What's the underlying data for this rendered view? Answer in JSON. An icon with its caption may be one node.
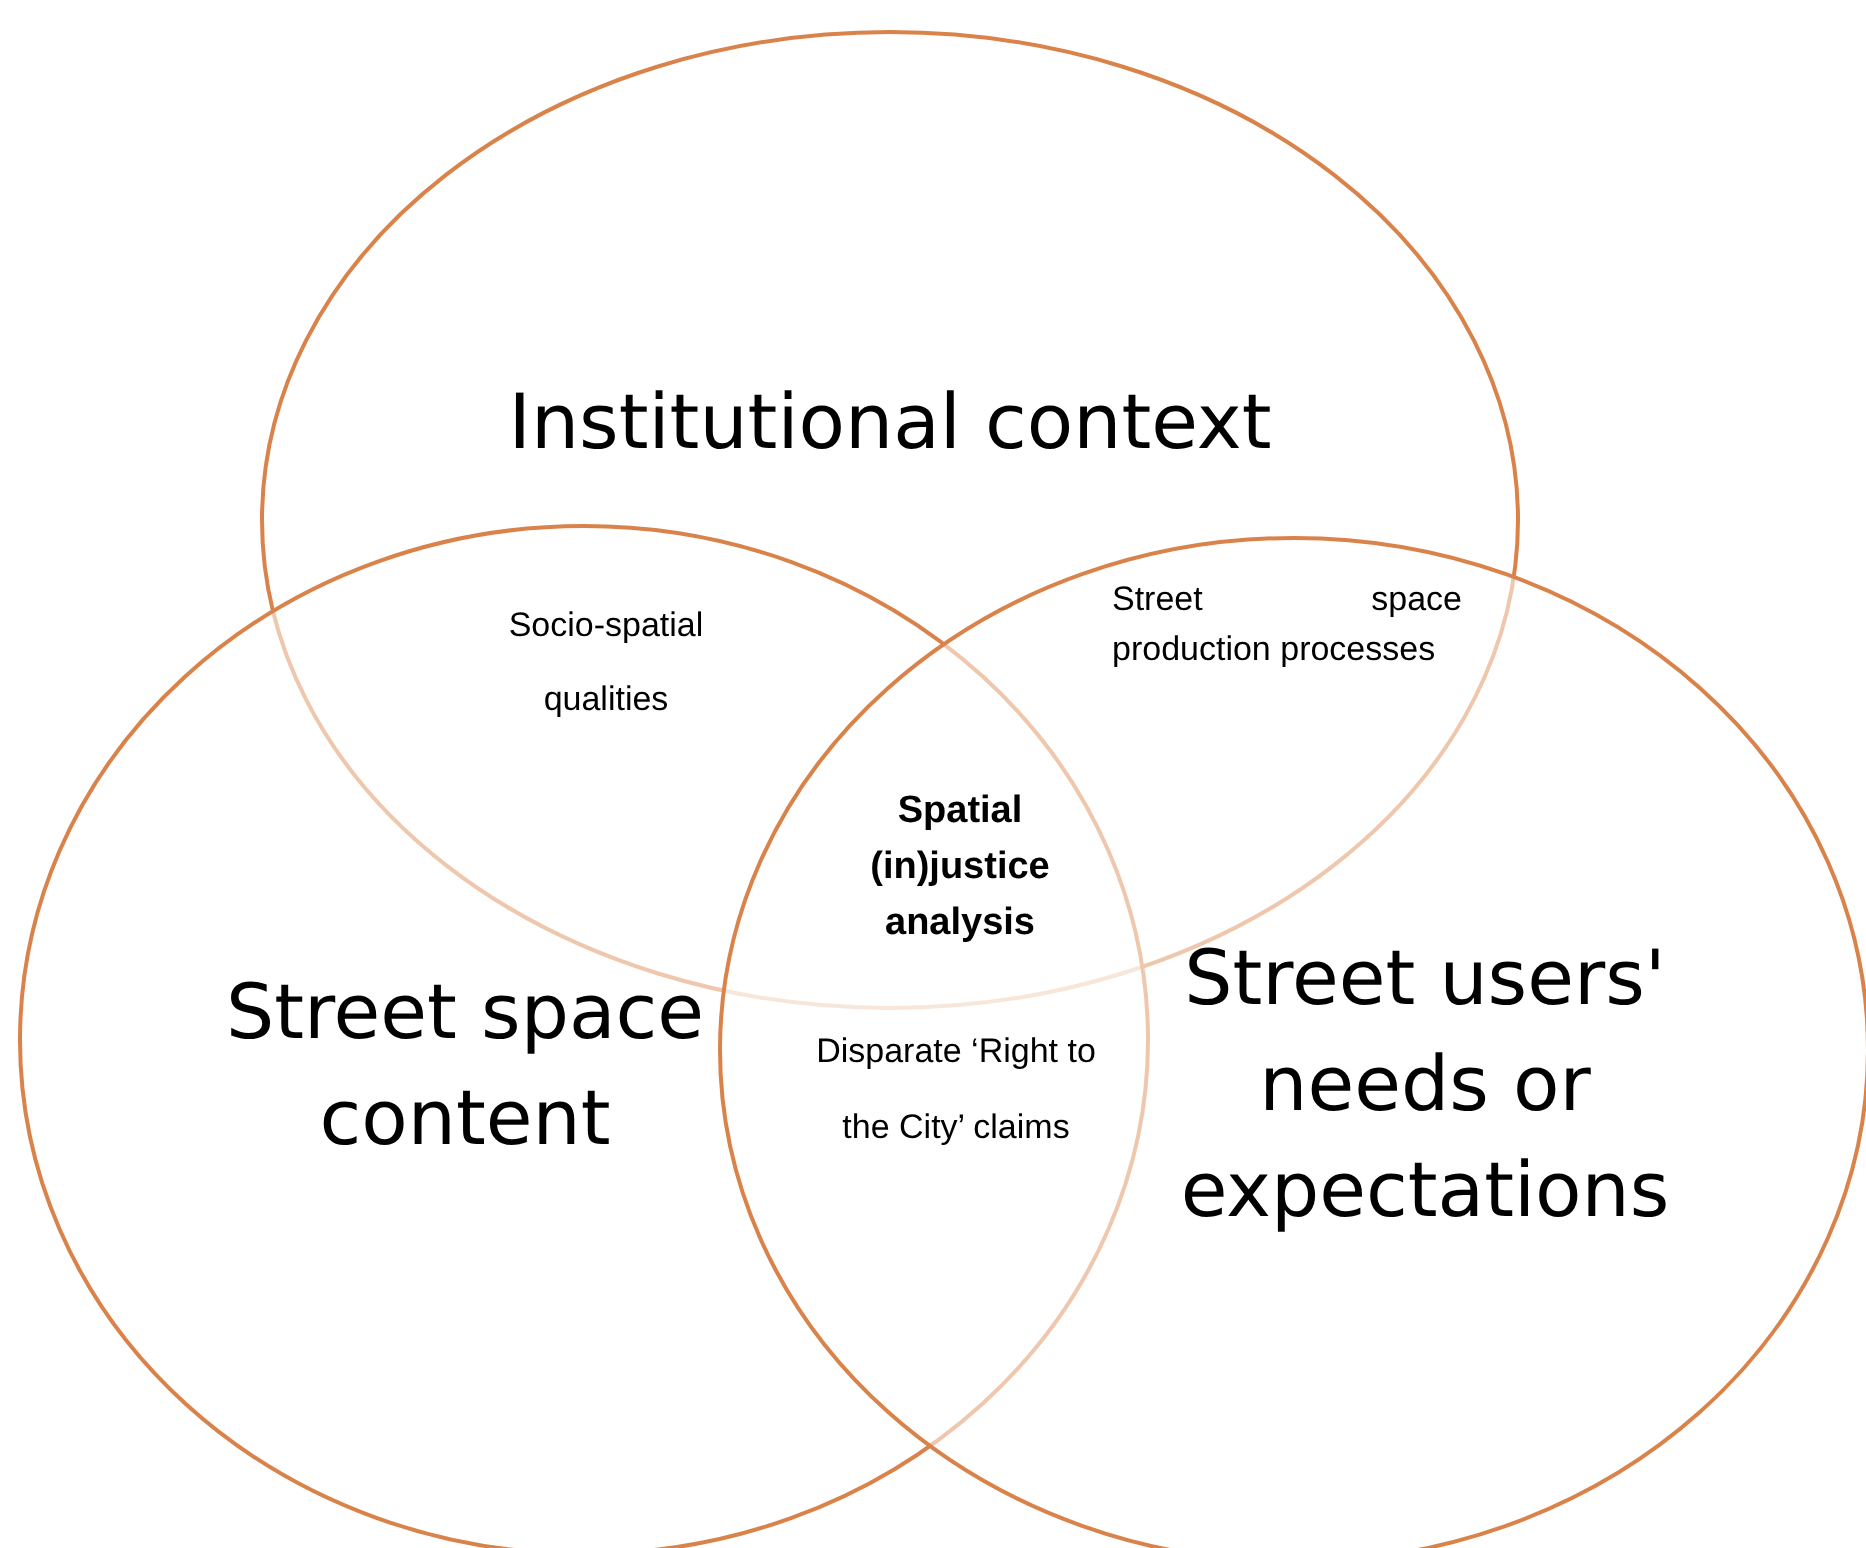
{
  "diagram": {
    "nodes": [
      {
        "text": [
          "Institutional context"
        ]
      },
      {
        "text": [
          "Street space content"
        ]
      },
      {
        "text": [
          "Street users' needs or expectations"
        ]
      }
    ],
    "labels": [
      "Socio-spatial qualities",
      "Street space production processes",
      "Spatial (in)justice analysis",
      "Disparate ‘Right to the City’ claims"
    ]
  }
}
